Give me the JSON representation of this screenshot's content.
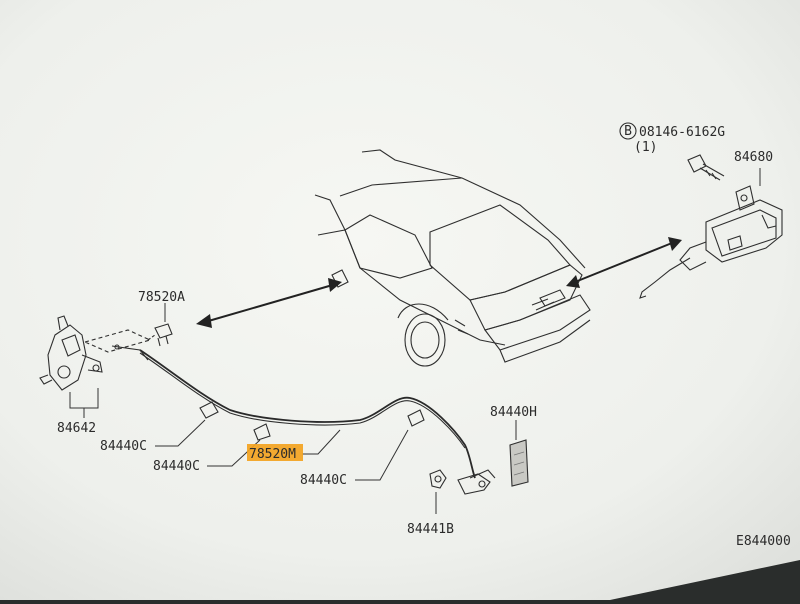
{
  "parts": {
    "bolt_spec": "08146-6162G",
    "bolt_spec_symbol": "B",
    "bolt_qty": "(1)",
    "actuator": "84680",
    "clip_upper": "78520A",
    "opener_lever": "84642",
    "clamp_1": "84440C",
    "clamp_2": "84440C",
    "clamp_3": "84440C",
    "clip_highlighted": "78520M",
    "pad": "84440H",
    "grommet": "84441B"
  },
  "diagram_code": "E844000",
  "colors": {
    "paper": "#f4f5f1",
    "ink": "#2f2f2f",
    "highlight": "#f3a320",
    "monitor_frame": "#2a2d2c"
  }
}
